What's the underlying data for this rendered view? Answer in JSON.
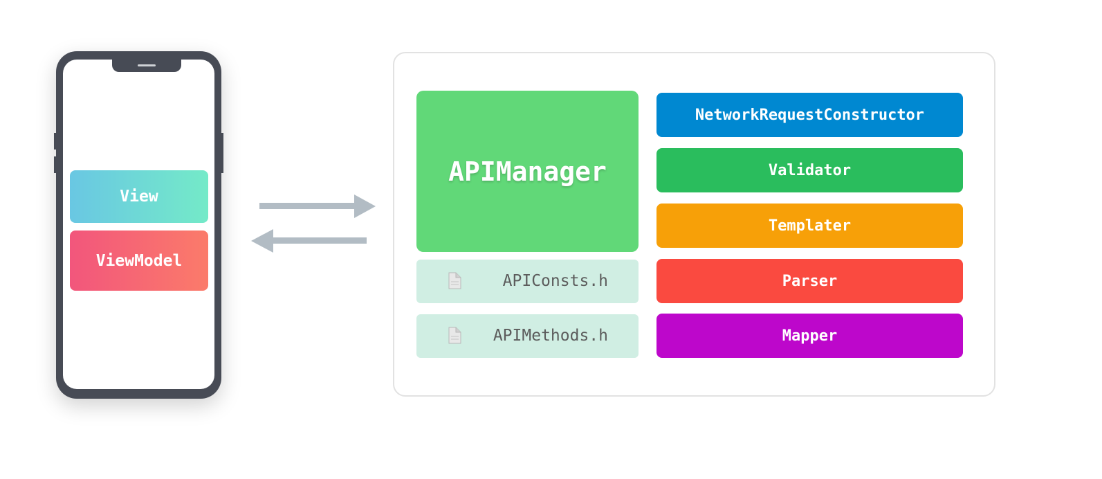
{
  "client": {
    "view_label": "View",
    "viewmodel_label": "ViewModel",
    "colors": {
      "phone_body": "#474b55",
      "view_gradient": [
        "#69c7e3",
        "#74eac8"
      ],
      "viewmodel_gradient": [
        "#f2567c",
        "#fb7b6a"
      ]
    }
  },
  "arrows": {
    "color": "#b2bcc4",
    "directions": [
      "right",
      "left"
    ]
  },
  "api_layer": {
    "manager_label": "APIManager",
    "manager_color": "#61d878",
    "files": [
      {
        "label": "APIConsts.h",
        "icon": "file-icon"
      },
      {
        "label": "APIMethods.h",
        "icon": "file-icon"
      }
    ],
    "components": [
      {
        "label": "NetworkRequestConstructor",
        "color": "#0088d1"
      },
      {
        "label": "Validator",
        "color": "#2abd5d"
      },
      {
        "label": "Templater",
        "color": "#f7a008"
      },
      {
        "label": "Parser",
        "color": "#fa4a40"
      },
      {
        "label": "Mapper",
        "color": "#bd07cb"
      }
    ]
  }
}
